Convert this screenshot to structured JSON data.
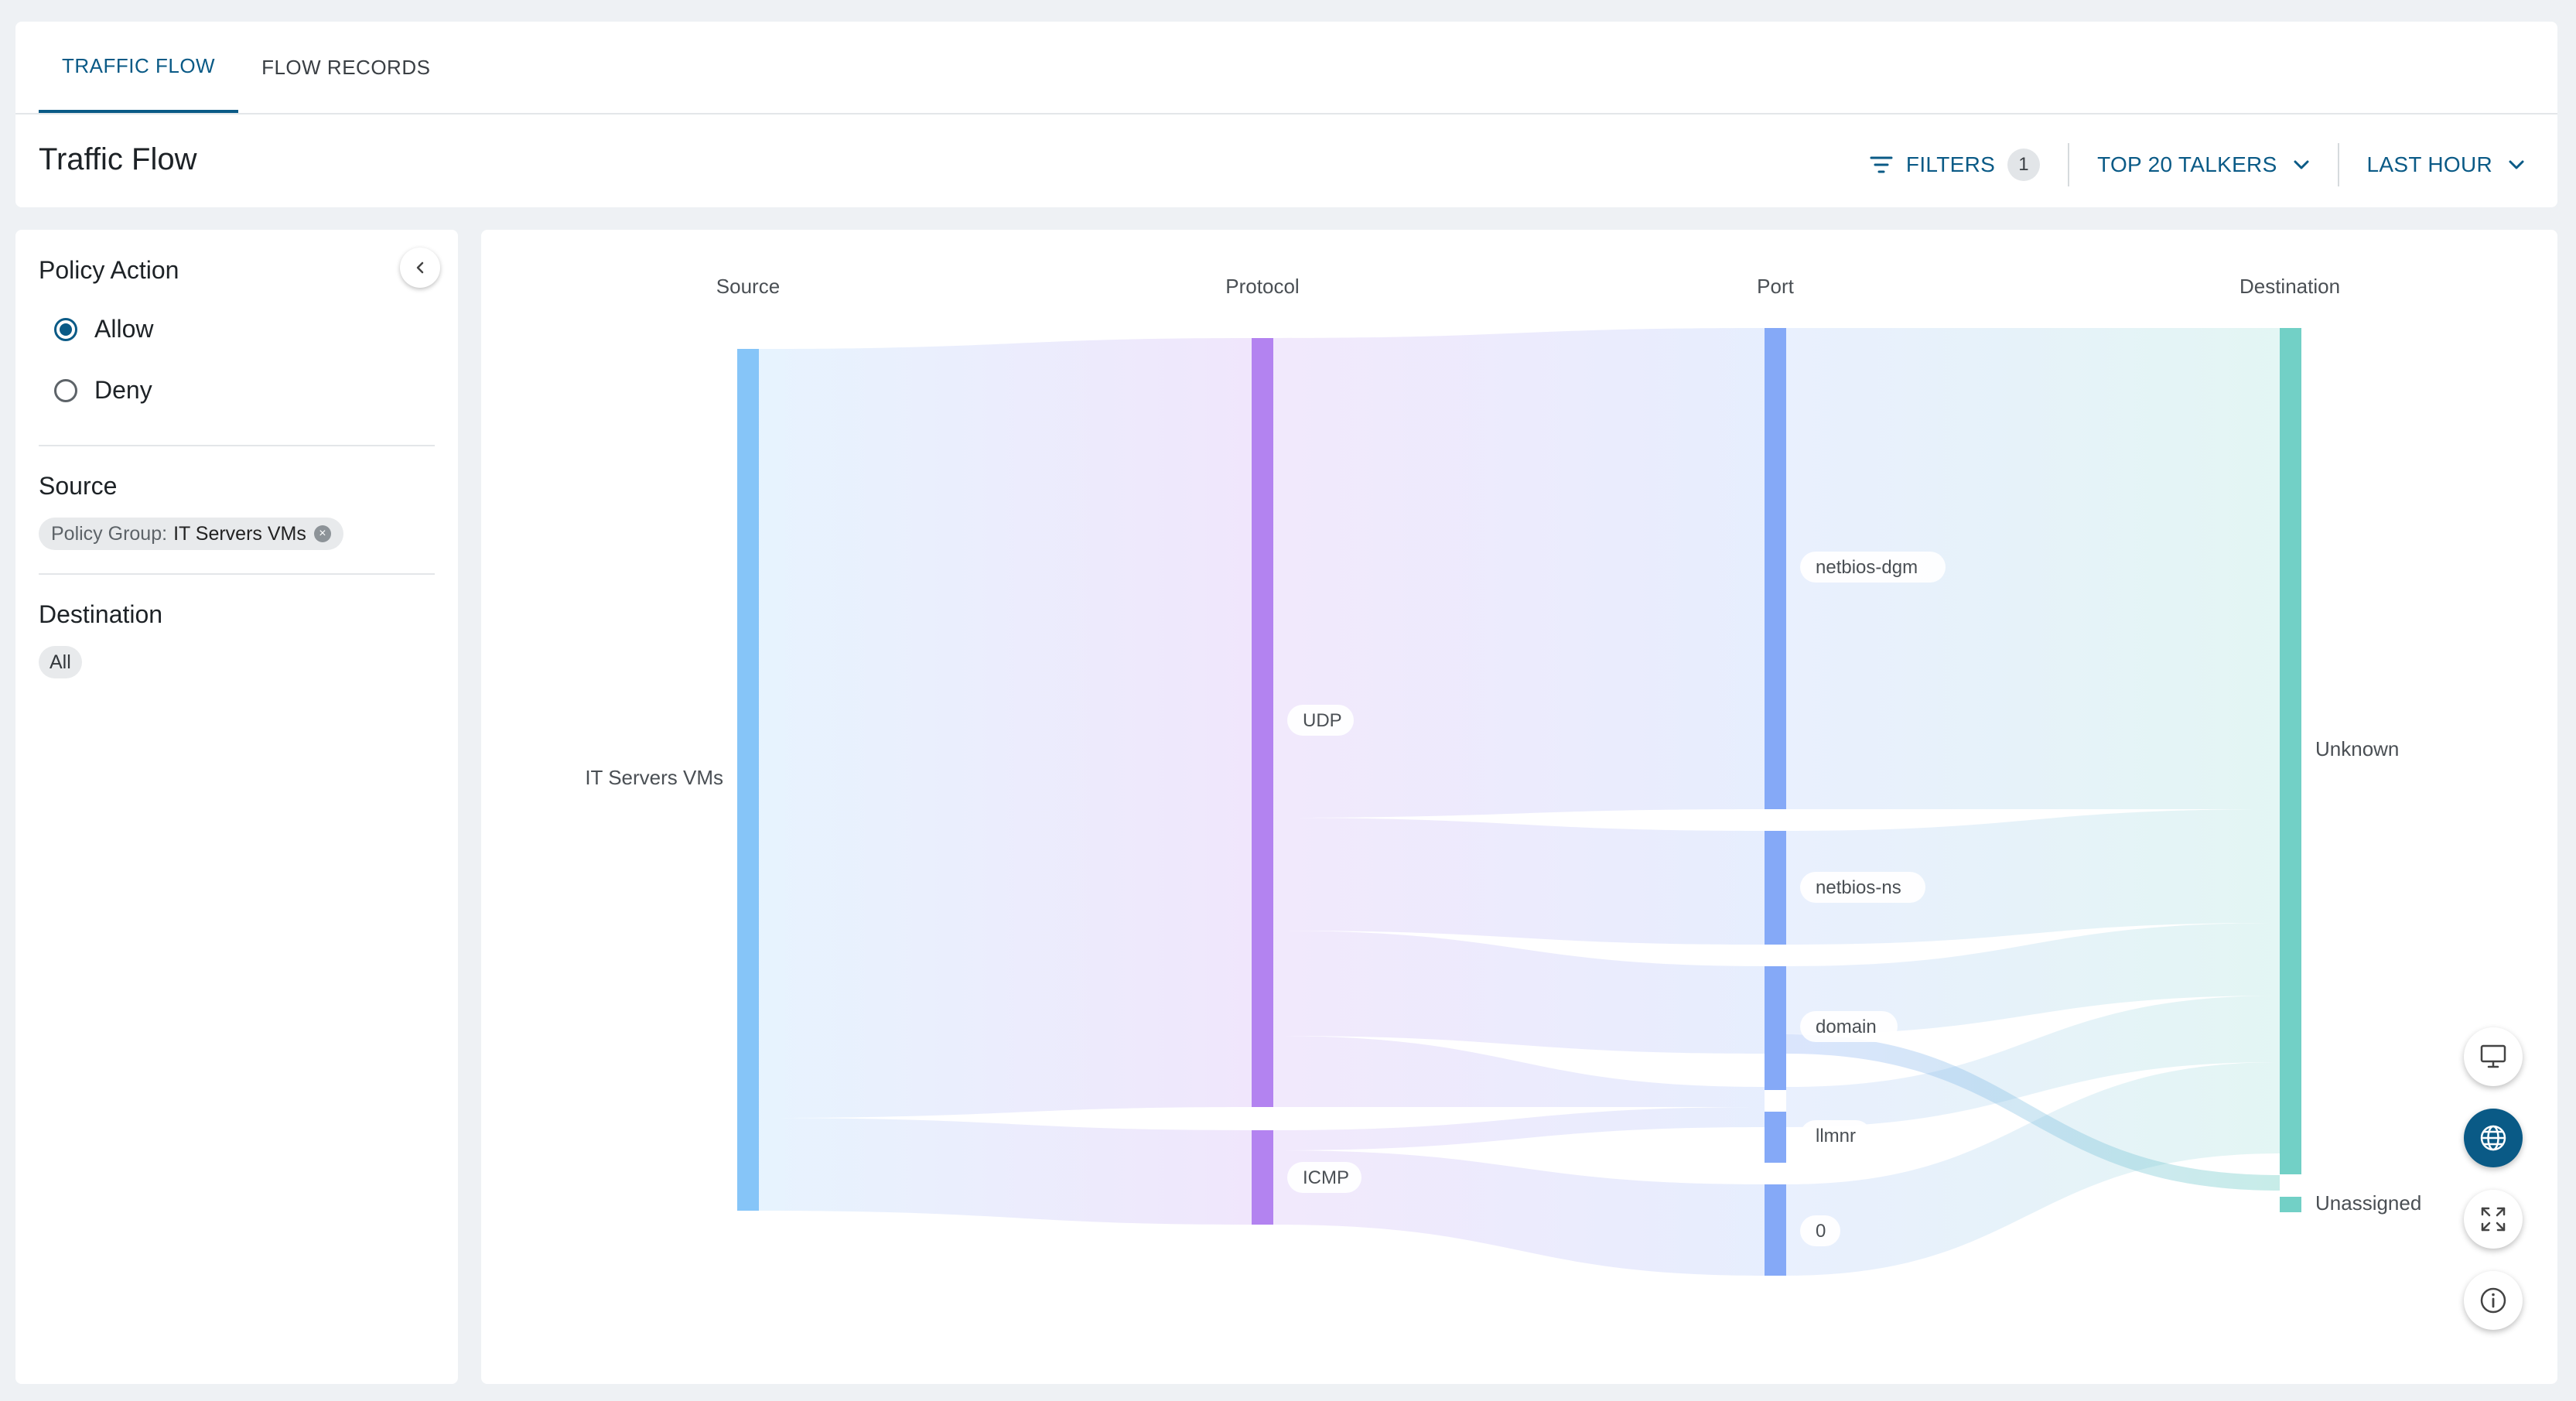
{
  "tabs": [
    {
      "label": "TRAFFIC FLOW",
      "active": true
    },
    {
      "label": "FLOW RECORDS",
      "active": false
    }
  ],
  "page_title": "Traffic Flow",
  "toolbar": {
    "filters_label": "FILTERS",
    "filters_count": "1",
    "talkers_label": "TOP 20 TALKERS",
    "time_label": "LAST HOUR"
  },
  "left_panel": {
    "policy_action_title": "Policy Action",
    "policy_options": [
      {
        "label": "Allow",
        "checked": true
      },
      {
        "label": "Deny",
        "checked": false
      }
    ],
    "source_title": "Source",
    "source_chip_prefix": "Policy Group:",
    "source_chip_value": "IT Servers VMs",
    "destination_title": "Destination",
    "destination_chip": "All"
  },
  "sankey": {
    "columns": [
      "Source",
      "Protocol",
      "Port",
      "Destination"
    ],
    "nodes": {
      "source": [
        "IT Servers VMs"
      ],
      "protocol": [
        "UDP",
        "ICMP"
      ],
      "port": [
        "netbios-dgm",
        "netbios-ns",
        "domain",
        "llmnr",
        "0"
      ],
      "destination": [
        "Unknown",
        "Unassigned"
      ]
    },
    "colors": {
      "source": "#86c5f8",
      "protocol": "#b383f0",
      "port": "#85a9f7",
      "destination": "#72d0c6"
    }
  },
  "float_buttons": [
    {
      "icon": "monitor-icon",
      "active": false
    },
    {
      "icon": "globe-icon",
      "active": true
    },
    {
      "icon": "fullscreen-icon",
      "active": false
    },
    {
      "icon": "info-icon",
      "active": false
    }
  ]
}
